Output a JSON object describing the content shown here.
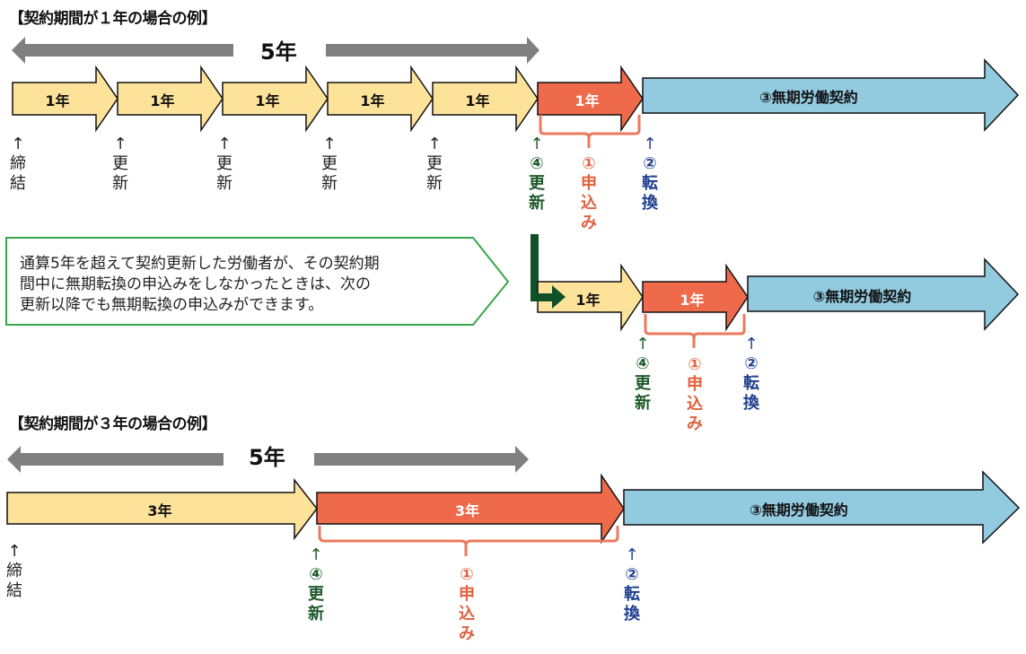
{
  "colors": {
    "yellow": "#fde39a",
    "red": "#ee6a4a",
    "blue": "#92cadf",
    "gray": "#808080",
    "green_dark": "#0f5028",
    "green_box": "#3aa64a",
    "orange_text": "#e0613f",
    "blue_text": "#1f3f8f",
    "green_text": "#1f5a2a"
  },
  "example1": {
    "title": "【契約期間が１年の場合の例】",
    "span_label": "5年",
    "segments": [
      {
        "label": "1年",
        "type": "term"
      },
      {
        "label": "1年",
        "type": "term"
      },
      {
        "label": "1年",
        "type": "term"
      },
      {
        "label": "1年",
        "type": "term"
      },
      {
        "label": "1年",
        "type": "term"
      },
      {
        "label": "1年",
        "type": "application"
      },
      {
        "label": "③無期労働契約",
        "type": "indefinite"
      }
    ],
    "markers": [
      {
        "arrow": "↑",
        "text": [
          "締",
          "結"
        ]
      },
      {
        "arrow": "↑",
        "text": [
          "更",
          "新"
        ]
      },
      {
        "arrow": "↑",
        "text": [
          "更",
          "新"
        ]
      },
      {
        "arrow": "↑",
        "text": [
          "更",
          "新"
        ]
      },
      {
        "arrow": "↑",
        "text": [
          "更",
          "新"
        ]
      },
      {
        "arrow": "↑",
        "num": "④",
        "text": [
          "更",
          "新"
        ]
      },
      {
        "num": "①",
        "text": [
          "申",
          "込",
          "み"
        ]
      },
      {
        "arrow": "↑",
        "num": "②",
        "text": [
          "転",
          "換"
        ]
      }
    ]
  },
  "note": {
    "lines": [
      "通算5年を超えて契約更新した労働者が、その契約期",
      "間中に無期転換の申込みをしなかったときは、次の",
      "更新以降でも無期転換の申込みができます。"
    ]
  },
  "example1b": {
    "segments": [
      {
        "label": "1年",
        "type": "term"
      },
      {
        "label": "1年",
        "type": "application"
      },
      {
        "label": "③無期労働契約",
        "type": "indefinite"
      }
    ],
    "markers": [
      {
        "arrow": "↑",
        "num": "④",
        "text": [
          "更",
          "新"
        ]
      },
      {
        "num": "①",
        "text": [
          "申",
          "込",
          "み"
        ]
      },
      {
        "arrow": "↑",
        "num": "②",
        "text": [
          "転",
          "換"
        ]
      }
    ]
  },
  "example2": {
    "title": "【契約期間が３年の場合の例】",
    "span_label": "5年",
    "segments": [
      {
        "label": "3年",
        "type": "term"
      },
      {
        "label": "3年",
        "type": "application"
      },
      {
        "label": "③無期労働契約",
        "type": "indefinite"
      }
    ],
    "markers": [
      {
        "arrow": "↑",
        "text": [
          "締",
          "結"
        ]
      },
      {
        "arrow": "↑",
        "num": "④",
        "text": [
          "更",
          "新"
        ]
      },
      {
        "num": "①",
        "text": [
          "申",
          "込",
          "み"
        ]
      },
      {
        "arrow": "↑",
        "num": "②",
        "text": [
          "転",
          "換"
        ]
      }
    ]
  }
}
